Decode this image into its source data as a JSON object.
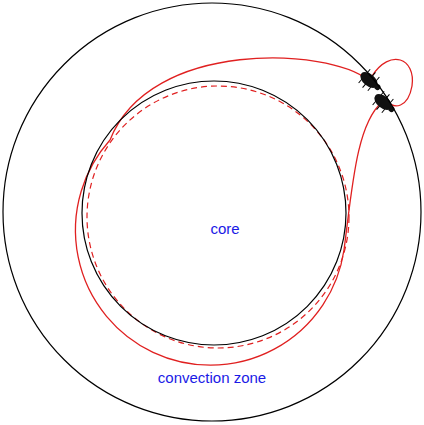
{
  "diagram": {
    "nodes": [
      {
        "text": [
          "convection zone"
        ]
      },
      {
        "text": [
          "core"
        ],
        "in": 0
      }
    ]
  }
}
